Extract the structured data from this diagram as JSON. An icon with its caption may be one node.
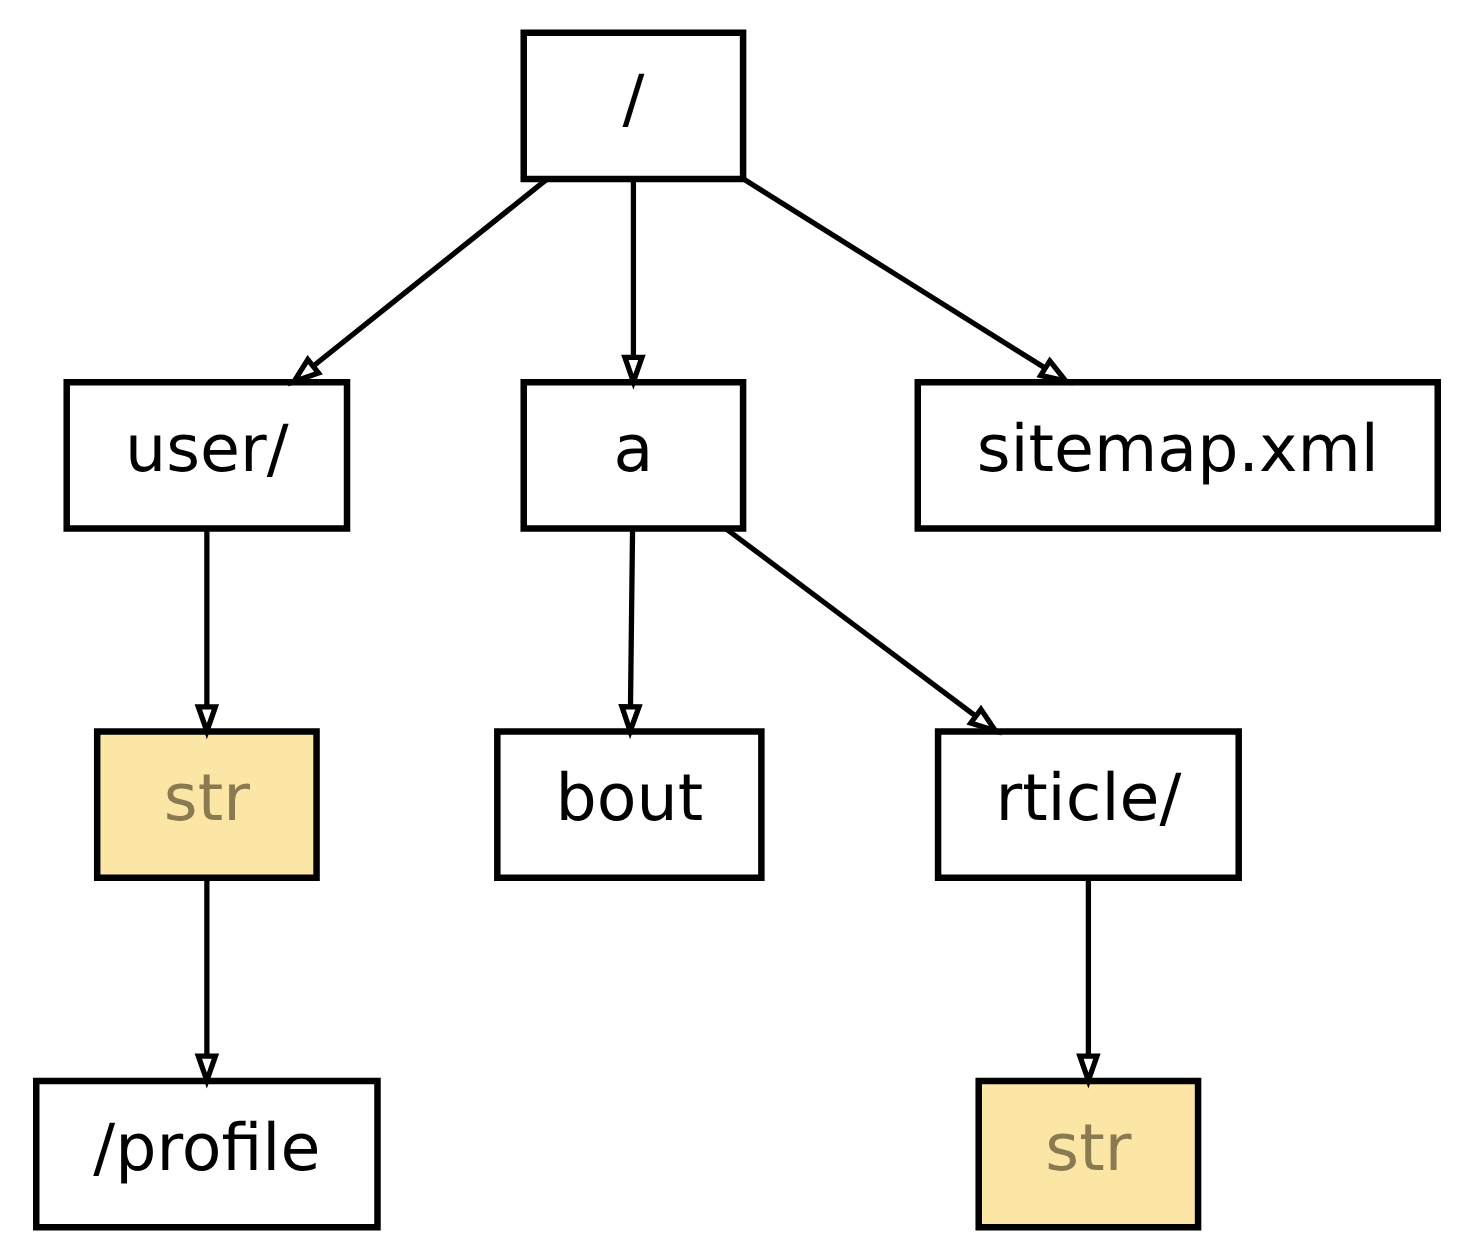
{
  "diagram": {
    "nodes": [
      {
        "text": [
          "/"
        ]
      },
      {
        "text": [
          "user/"
        ]
      },
      {
        "text": [
          "a"
        ]
      },
      {
        "text": [
          "sitemap.xml"
        ]
      },
      {
        "text": [
          "str"
        ]
      },
      {
        "text": [
          "bout"
        ]
      },
      {
        "text": [
          "rticle/"
        ]
      },
      {
        "text": [
          "/profile"
        ]
      },
      {
        "text": [
          "str"
        ]
      }
    ],
    "edges": [
      {
        "from": 0,
        "to": 1,
        "arrow": "to"
      },
      {
        "from": 0,
        "to": 2,
        "arrow": "to"
      },
      {
        "from": 0,
        "to": 3,
        "arrow": "to"
      },
      {
        "from": 1,
        "to": 4,
        "arrow": "to"
      },
      {
        "from": 2,
        "to": 5,
        "arrow": "to"
      },
      {
        "from": 2,
        "to": 6,
        "arrow": "to"
      },
      {
        "from": 4,
        "to": 7,
        "arrow": "to"
      },
      {
        "from": 6,
        "to": 8,
        "arrow": "to"
      }
    ]
  }
}
